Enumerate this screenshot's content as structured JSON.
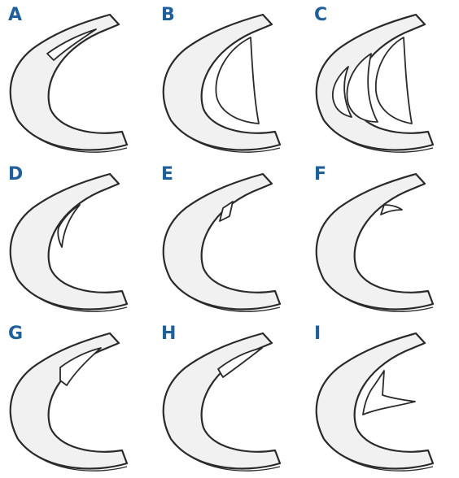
{
  "colors": {
    "label": "#1f5f9a",
    "fill": "#f1f1f1",
    "stroke": "#2a2a2a"
  },
  "panels": [
    {
      "label": "A",
      "tear": "short-oblique-horn"
    },
    {
      "label": "B",
      "tear": "bucket-handle"
    },
    {
      "label": "C",
      "tear": "double-bucket-handle"
    },
    {
      "label": "D",
      "tear": "inner-edge-flap"
    },
    {
      "label": "E",
      "tear": "radial-notch"
    },
    {
      "label": "F",
      "tear": "parrot-beak"
    },
    {
      "label": "G",
      "tear": "horn-flap"
    },
    {
      "label": "H",
      "tear": "horn-slit"
    },
    {
      "label": "I",
      "tear": "displaced-flap"
    }
  ]
}
